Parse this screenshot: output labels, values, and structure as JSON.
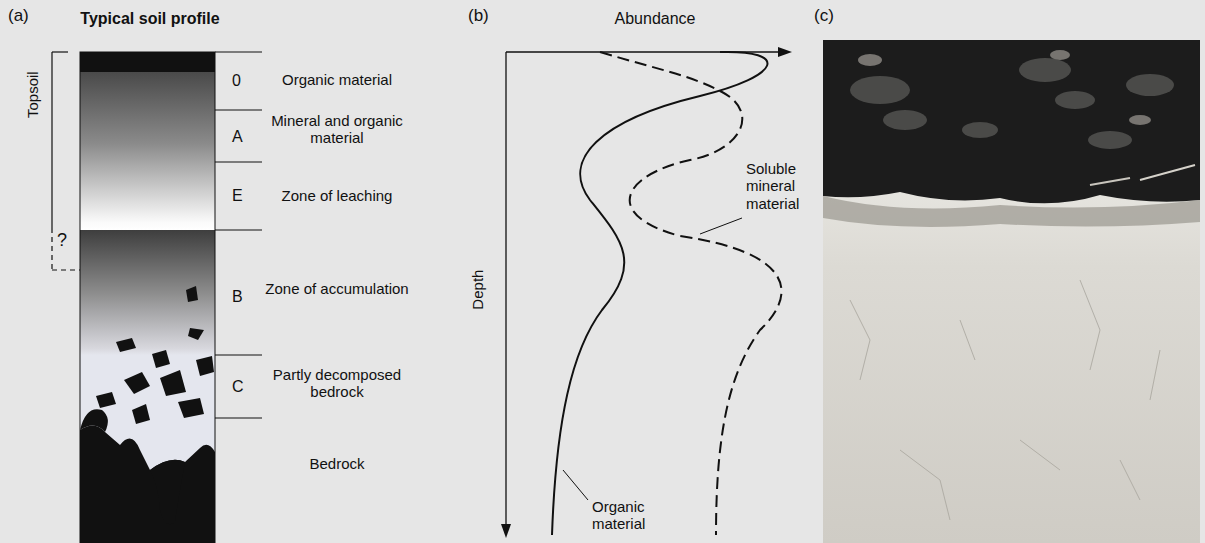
{
  "diagram": {
    "labels": [
      "(a)",
      "Typical soil profile",
      "Topsoil",
      "?",
      "0",
      "Organic material",
      "A",
      "Mineral and organic material",
      "E",
      "Zone of leaching",
      "B",
      "Zone of accumulation",
      "C",
      "Partly decomposed bedrock",
      "Bedrock",
      "(b)",
      "Abundance",
      "Depth",
      "Soluble mineral material",
      "Organic material",
      "(c)"
    ]
  }
}
